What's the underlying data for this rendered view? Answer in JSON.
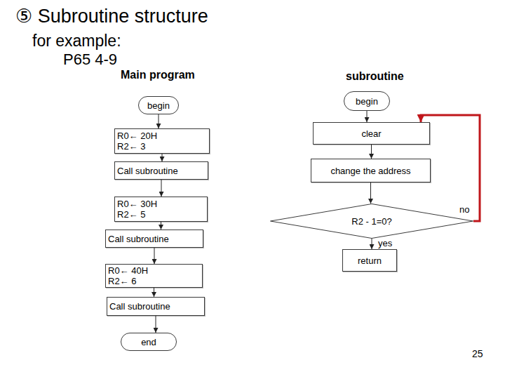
{
  "diagram": {
    "title": "⑤ Subroutine structure",
    "nodes": [
      {
        "text": [
          "begin"
        ]
      },
      {
        "text": [
          "R0← 20H R2← 3"
        ]
      },
      {
        "text": [
          "Call subroutine"
        ]
      },
      {
        "text": [
          "R0← 30H R2← 5"
        ]
      },
      {
        "text": [
          "Call subroutine"
        ]
      },
      {
        "text": [
          "R0← 40H R2← 6"
        ]
      },
      {
        "text": [
          "Call subroutine"
        ]
      },
      {
        "text": [
          "end"
        ]
      },
      {
        "text": [
          "begin"
        ]
      },
      {
        "text": [
          "clear"
        ]
      },
      {
        "text": [
          "change the address"
        ]
      },
      {
        "text": [
          "R2 - 1=0?"
        ]
      },
      {
        "text": [
          "return"
        ]
      }
    ],
    "edges": [
      {
        "from": 0,
        "to": 1,
        "arrow": "to"
      },
      {
        "from": 1,
        "to": 2,
        "arrow": "to"
      },
      {
        "from": 2,
        "to": 3,
        "arrow": "to"
      },
      {
        "from": 3,
        "to": 4,
        "arrow": "to"
      },
      {
        "from": 4,
        "to": 5,
        "arrow": "to"
      },
      {
        "from": 5,
        "to": 6,
        "arrow": "to"
      },
      {
        "from": 6,
        "to": 7,
        "arrow": "to"
      },
      {
        "from": 8,
        "to": 9,
        "arrow": "to"
      },
      {
        "from": 9,
        "to": 10,
        "arrow": "to"
      },
      {
        "from": 10,
        "to": 11,
        "arrow": "to"
      },
      {
        "from": 11,
        "to": 12,
        "label": "yes",
        "arrow": "to"
      },
      {
        "from": 11,
        "to": 9,
        "label": "no",
        "arrow": "to"
      }
    ],
    "labels": [
      "for example:",
      "P65 4-9",
      "Main program",
      "subroutine",
      "25"
    ]
  }
}
